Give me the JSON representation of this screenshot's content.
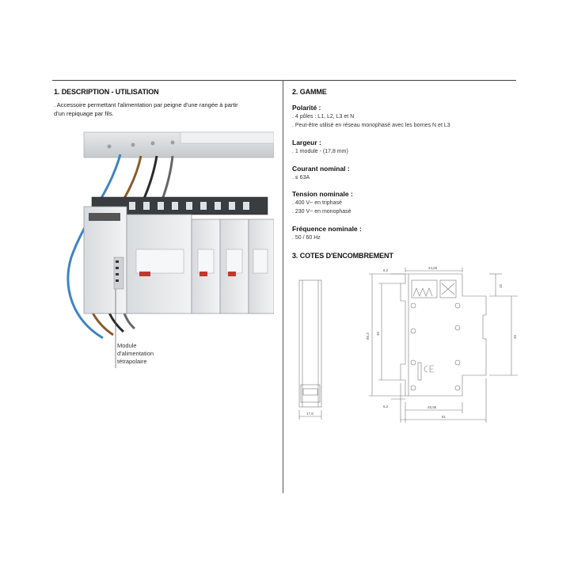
{
  "left": {
    "heading": "1. DESCRIPTION - UTILISATION",
    "description_line1": ". Accessoire permettant l'alimentation par peigne d'une rangée à partir",
    "description_line2": "d'un repiquage par fils.",
    "figure_caption": [
      "Module",
      "d'alimentation",
      "tétrapolaire"
    ]
  },
  "right": {
    "heading": "2. GAMME",
    "polarite": {
      "label": "Polarité :",
      "lines": [
        ". 4 pôles : L1, L2, L3 et N",
        ". Peut-être utilisé en réseau monophasé avec les bornes N et L3"
      ]
    },
    "largeur": {
      "label": "Largeur :",
      "lines": [
        ". 1 module - (17,8 mm)"
      ]
    },
    "courant": {
      "label": "Courant nominal :",
      "lines": [
        ". ≤ 63A"
      ]
    },
    "tension": {
      "label": "Tension nominale :",
      "lines": [
        ". 400 V~ en triphasé",
        ". 230 V~ en monophasé"
      ]
    },
    "frequence": {
      "label": "Fréquence nominale :",
      "lines": [
        ". 50 / 60 Hz"
      ]
    },
    "cotes_heading": "3. COTES D'ENCOMBREMENT",
    "dims": {
      "top_offset": "6,2",
      "top_width": "44,65",
      "bottom_offset": "6,2",
      "bottom_inner": "45,95",
      "bottom_total": "81",
      "height_outer": "86,3",
      "height_inner": "45",
      "right_top": "15",
      "right_mid": "45",
      "side_width": "17,8"
    }
  }
}
